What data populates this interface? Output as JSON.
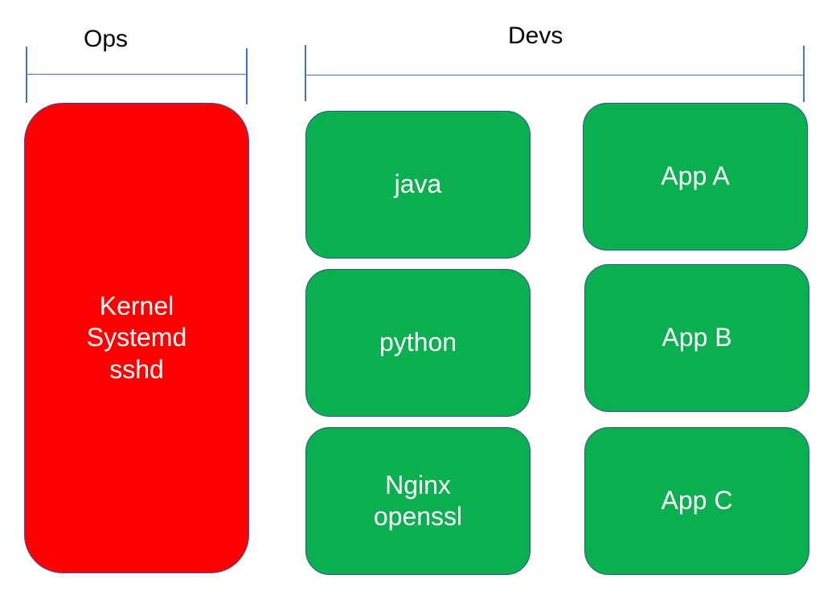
{
  "colors": {
    "ops_fill": "#FF0000",
    "dev_fill": "#0AAF50",
    "box_border": "#2F5597",
    "bracket": "#4472C4"
  },
  "labels": {
    "ops": "Ops",
    "devs": "Devs"
  },
  "ops_box": {
    "lines": [
      "Kernel",
      "Systemd",
      "sshd"
    ]
  },
  "dev_boxes": {
    "java": "java",
    "python": "python",
    "nginx": [
      "Nginx",
      "openssl"
    ],
    "app_a": "App A",
    "app_b": "App B",
    "app_c": "App C"
  }
}
